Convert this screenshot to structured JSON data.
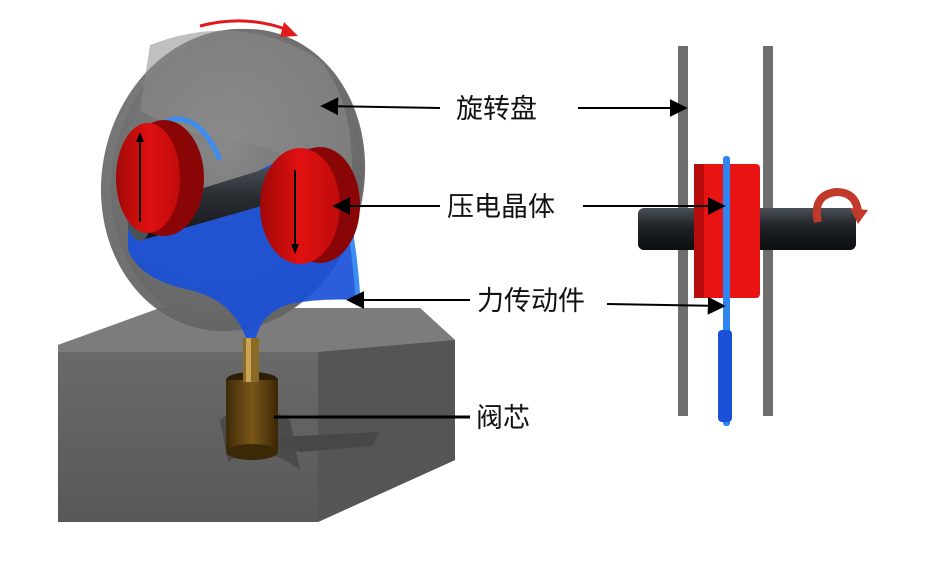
{
  "labels": {
    "rotating_disc": "旋转盘",
    "piezo_crystal": "压电晶体",
    "force_transmitter": "力传动件",
    "valve_spool": "阀芯"
  },
  "colors": {
    "piezo": "#e01010",
    "transmitter": "#1a4fd8",
    "disc": "#7a7a7a",
    "base": "#6b6b6b",
    "spool": "#6b4a12",
    "rotation_arrow": "#e11b1b"
  },
  "icons": {
    "rotation_indicator": "curved-arrow-icon",
    "shaft_rotation_indicator": "curved-arrow-icon"
  }
}
